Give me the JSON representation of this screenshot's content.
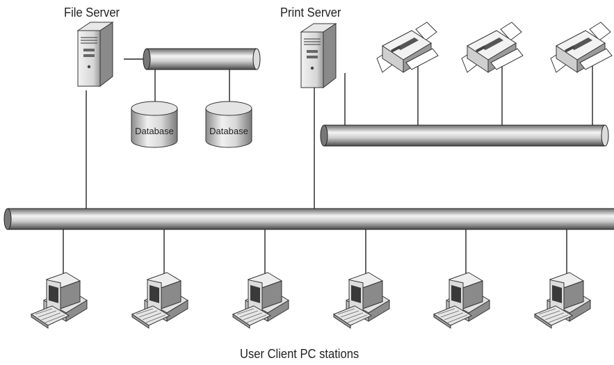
{
  "labels": {
    "file_server": "File Server",
    "print_server": "Print Server",
    "database_1": "Database",
    "database_2": "Database",
    "client_stations": "User Client PC stations"
  },
  "nodes": {
    "servers": [
      "file-server",
      "print-server"
    ],
    "databases": 2,
    "printers": 3,
    "client_pcs": 6
  },
  "colors": {
    "line": "#333333",
    "pipe_dark": "#5a5a5a",
    "pipe_light": "#f2f2f2",
    "device_light": "#e6e6e6",
    "device_dark": "#8a8a8a"
  }
}
